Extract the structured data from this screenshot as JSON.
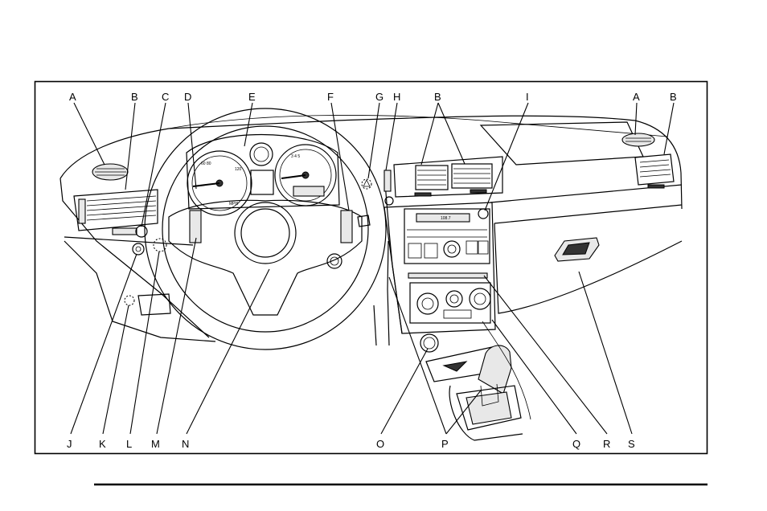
{
  "figure": {
    "top_callouts": [
      "A",
      "B",
      "C",
      "D",
      "E",
      "F",
      "G",
      "H",
      "B",
      "I",
      "A",
      "B"
    ],
    "bottom_callouts": [
      "J",
      "K",
      "L",
      "M",
      "N",
      "O",
      "P",
      "Q",
      "R",
      "S"
    ],
    "radio_display": "108.7"
  }
}
